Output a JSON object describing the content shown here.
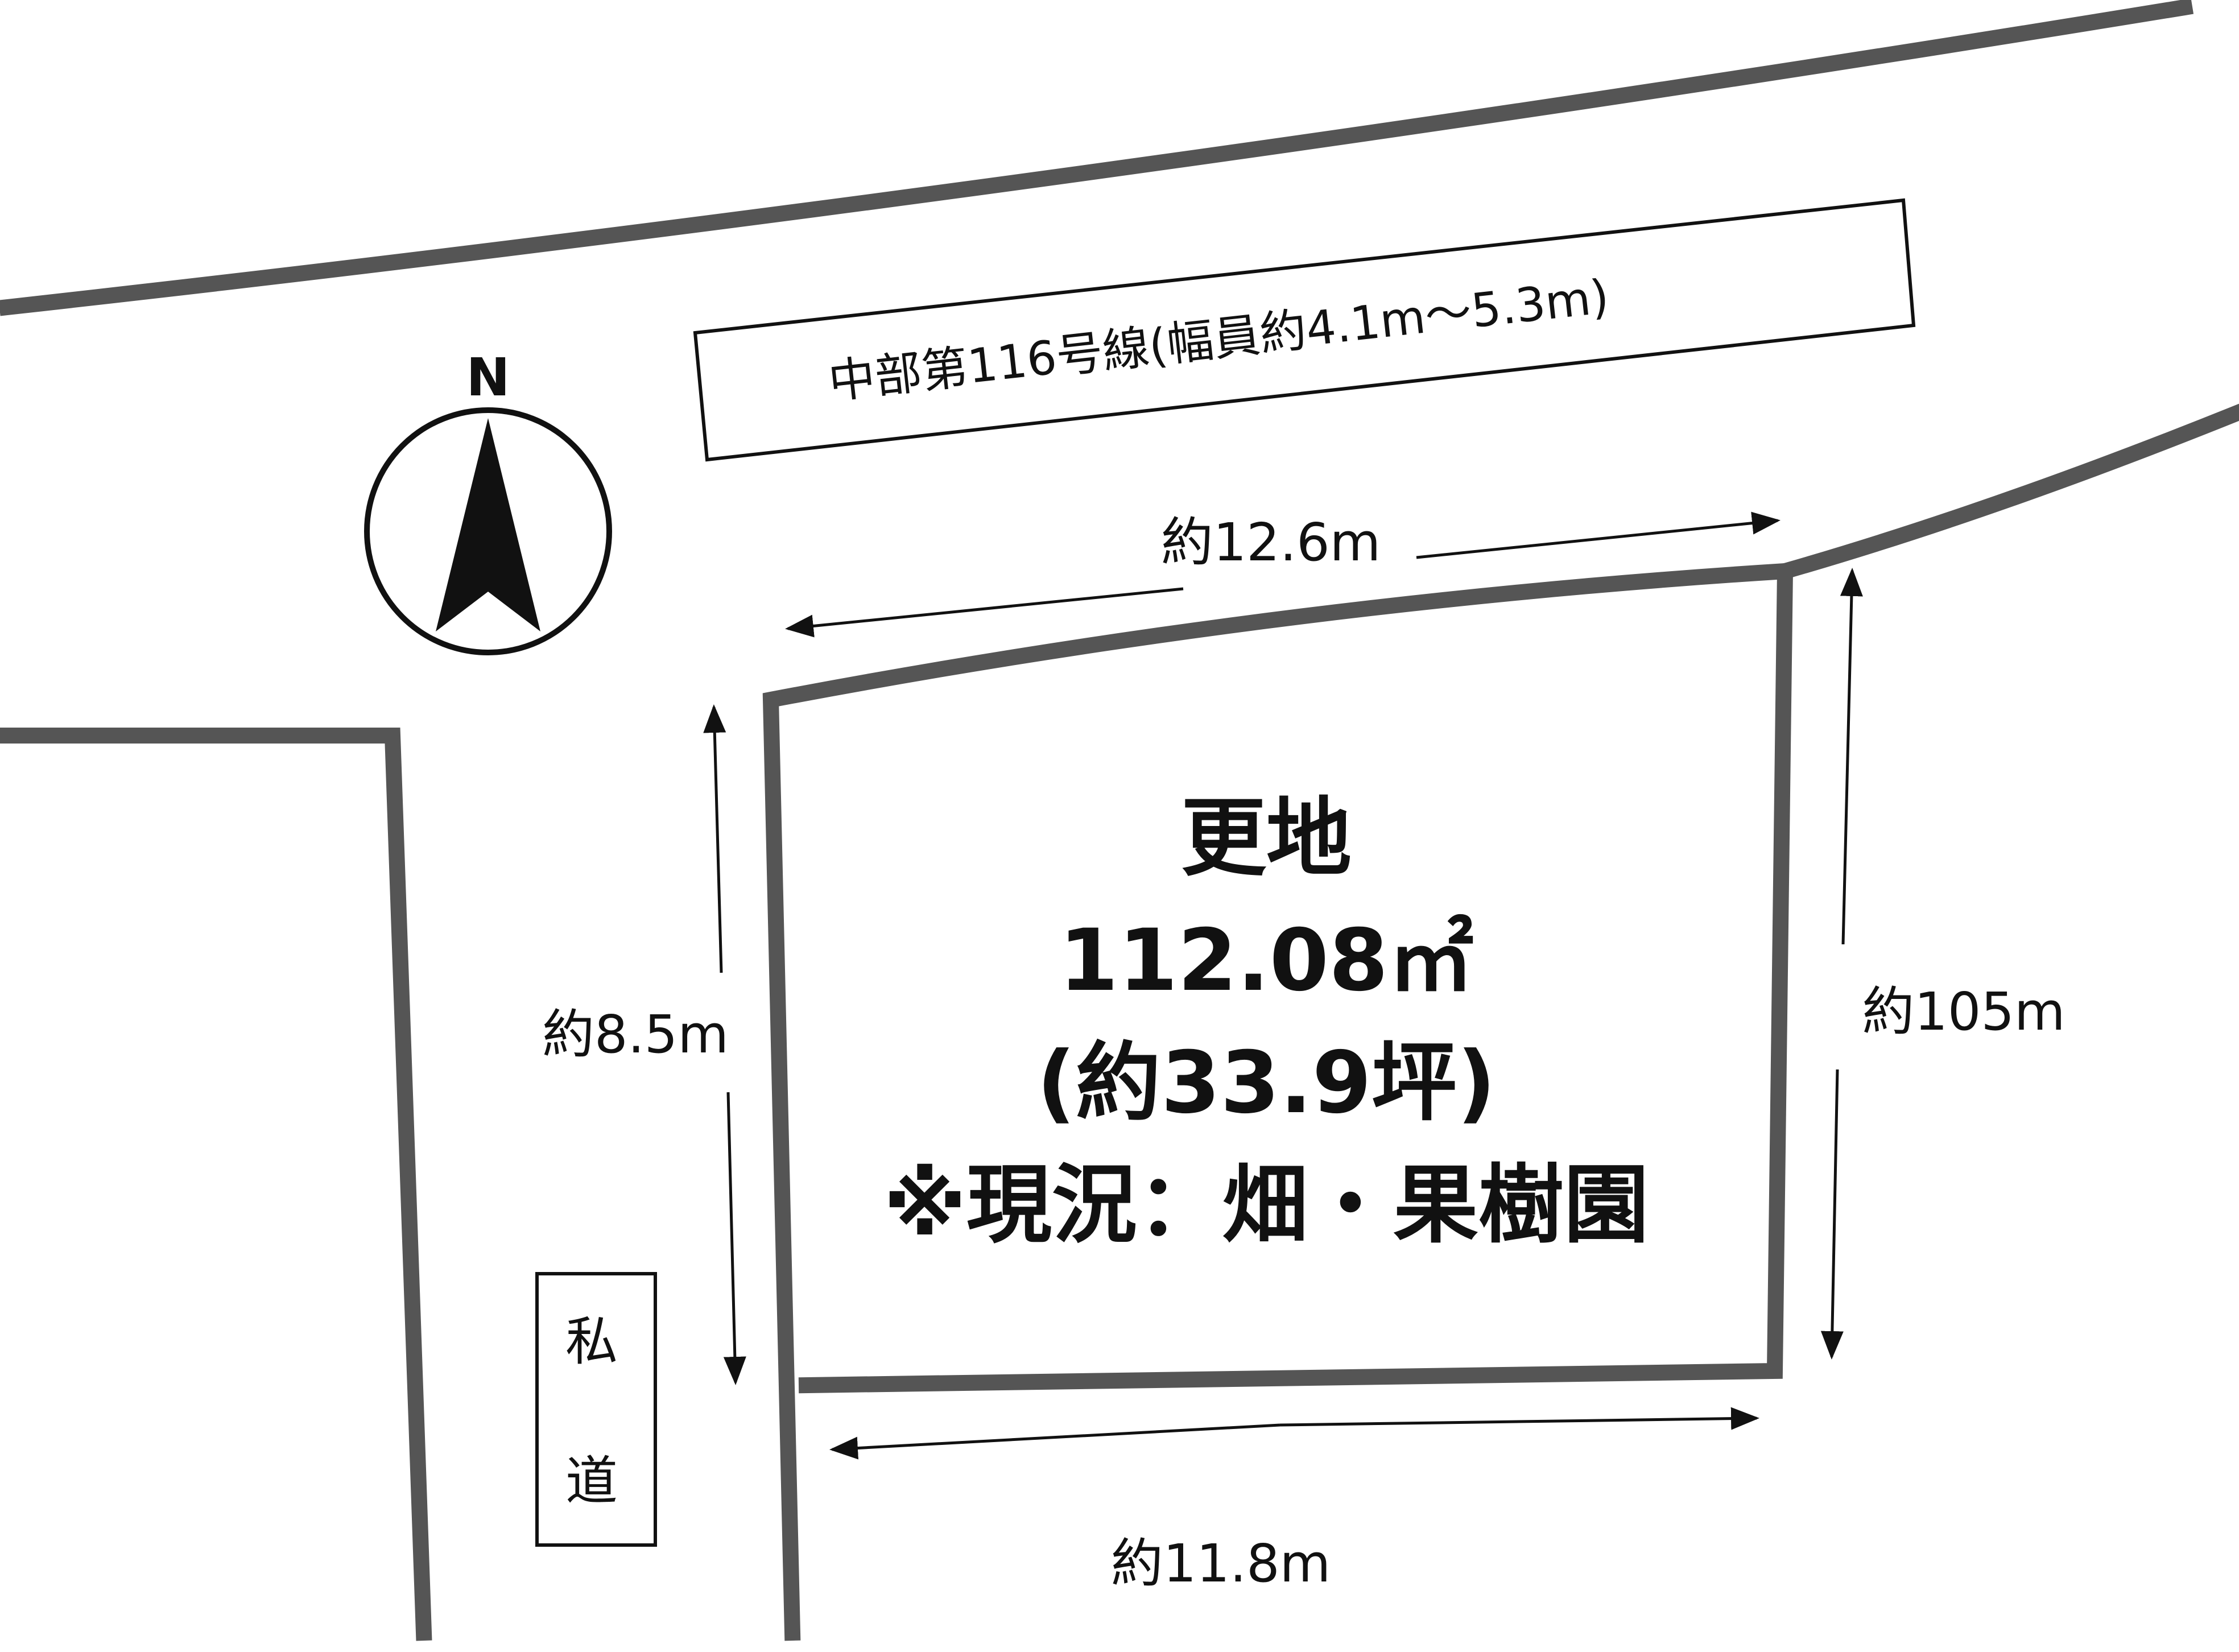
{
  "road_label": "中部第116号線(幅員約4.1m～5.3m)",
  "compass": {
    "label": "N"
  },
  "dimensions": {
    "top": "約12.6m",
    "left": "約8.5m",
    "right": "約105m",
    "bottom": "約11.8m"
  },
  "private_road": {
    "char1": "私",
    "char2": "道"
  },
  "lot": {
    "type": "更地",
    "area_sqm": "112.08㎡",
    "area_tsubo": "(約33.9坪)",
    "current_use": "※現況：畑・果樹園"
  },
  "colors": {
    "line": "#555555",
    "text": "#111111"
  }
}
